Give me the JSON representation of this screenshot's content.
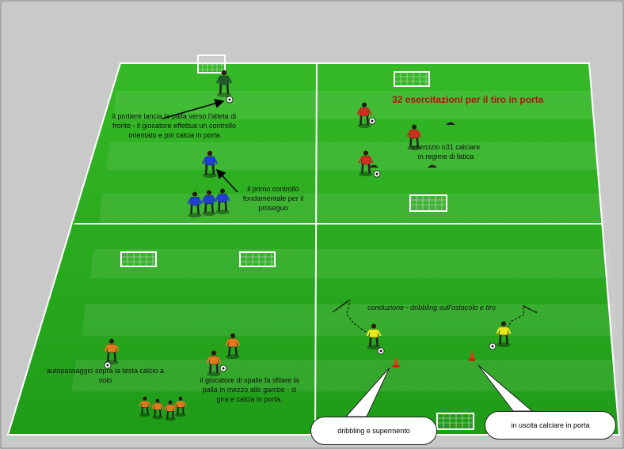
{
  "colors": {
    "grass": "#2fae1e",
    "team_green": "#1f5c2a",
    "team_blue": "#1f3fd0",
    "team_red": "#d22d1e",
    "team_orange": "#e07a1e",
    "team_yellow": "#e8e81c",
    "title_red": "#b0120e"
  },
  "title": "32 esercitazioni per il tiro in porta",
  "top_left": {
    "note_1": [
      "il portiere lancia la palla verso l'atleta di",
      "fronte - il giocatore effettua un controllo",
      "orientato e poi calcia in porta"
    ],
    "note_2": [
      "il primo controllo",
      "fondamentale per il",
      "proseguo"
    ]
  },
  "top_right": {
    "note": [
      "esercizio n31  calciare",
      "in regime di  fatica"
    ]
  },
  "bottom_left": {
    "note_1": [
      "autopassaggio sopra la testa calcio a",
      "volo"
    ],
    "note_2": [
      "il giocatore di spalle fa sfilare la",
      "palla  in mezzo alle gambe - si",
      "gira e calcia in porta."
    ]
  },
  "bottom_right": {
    "note": "conduzione - dribbling sull'ostacolo e tiro",
    "bubble_1": "dribbling e supermento",
    "bubble_2": "in uscita calciare in porta"
  }
}
